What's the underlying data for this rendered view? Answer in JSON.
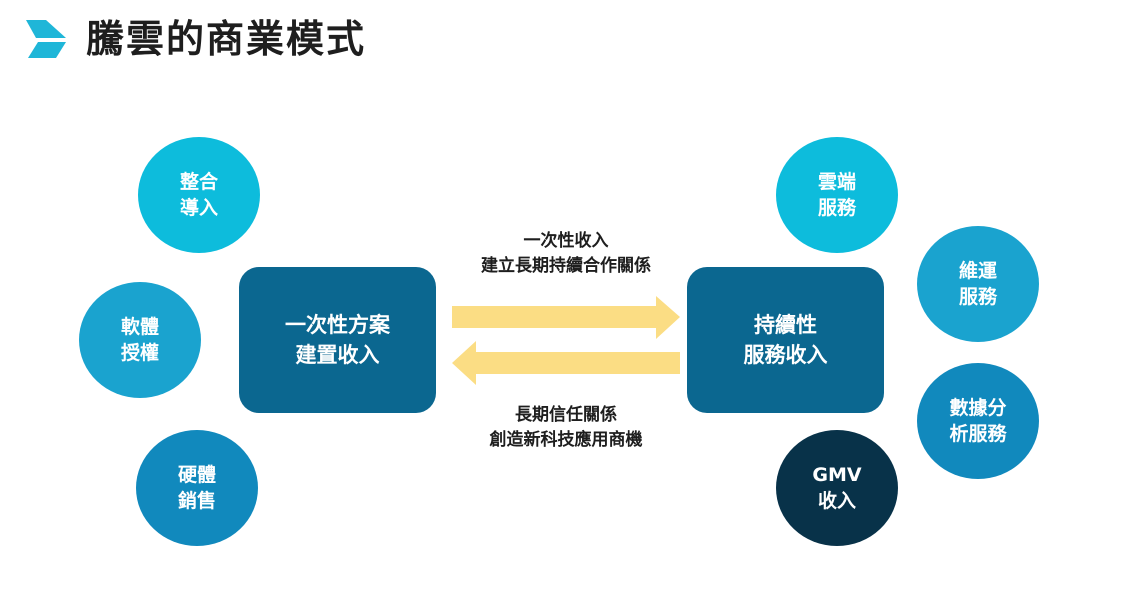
{
  "header": {
    "logo_icon": "chevron-arrow-logo-icon",
    "title": "騰雲的商業模式"
  },
  "colors": {
    "logo": "#1fb6d8",
    "circle_light": "#0dbcdc",
    "circle_mid": "#1aa3cf",
    "circle_deep": "#1189bd",
    "box": "#0b6790",
    "circle_dark": "#083249",
    "arrow": "#fbdd84",
    "title_text": "#1e1e1e"
  },
  "left_group": {
    "main_box": {
      "line1": "一次性方案",
      "line2": "建置收入"
    },
    "circles": [
      {
        "line1": "整合",
        "line2": "導入"
      },
      {
        "line1": "軟體",
        "line2": "授權"
      },
      {
        "line1": "硬體",
        "line2": "銷售"
      }
    ]
  },
  "right_group": {
    "main_box": {
      "line1": "持續性",
      "line2": "服務收入"
    },
    "circles": [
      {
        "line1": "雲端",
        "line2": "服務"
      },
      {
        "line1": "維運",
        "line2": "服務"
      },
      {
        "line1": "數據分",
        "line2": "析服務"
      },
      {
        "line1": "GMV",
        "line2": "收入"
      }
    ]
  },
  "flows": {
    "forward": {
      "direction": "right",
      "line1": "一次性收入",
      "line2": "建立長期持續合作關係"
    },
    "backward": {
      "direction": "left",
      "line1": "長期信任關係",
      "line2": "創造新科技應用商機"
    }
  }
}
